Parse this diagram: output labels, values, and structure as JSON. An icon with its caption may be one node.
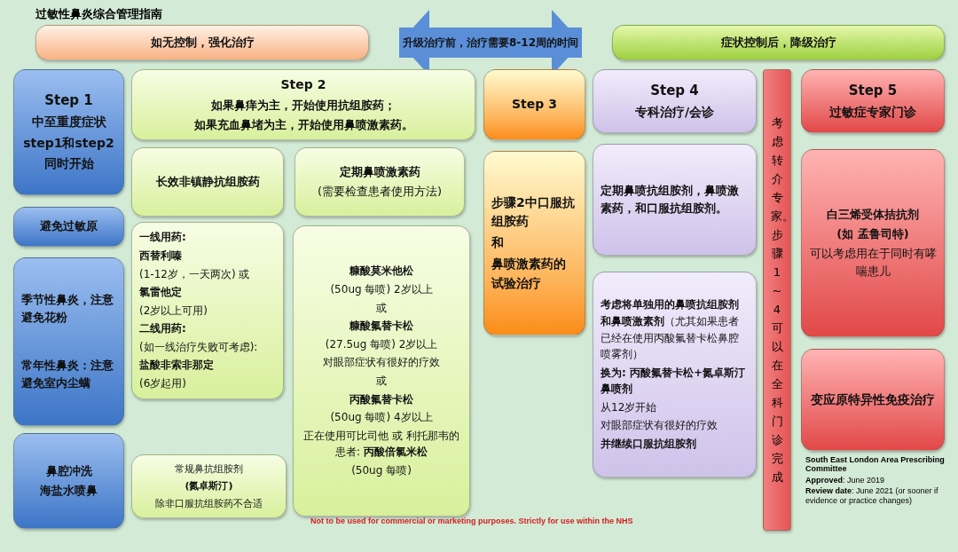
{
  "diagram": {
    "title": "过敏性鼻炎综合管理指南",
    "nodes": [
      {
        "text": [
          "如无控制，强化治疗"
        ]
      },
      {
        "text": [
          "症状控制后，降级治疗"
        ]
      },
      {
        "text": [
          "Step 1",
          "中至重度症状",
          "step1和step2",
          "同时开始"
        ]
      },
      {
        "text": [
          "避免过敏原"
        ]
      },
      {
        "text": [
          "季节性鼻炎，注意避免花粉",
          "常年性鼻炎：注意避免室内尘螨"
        ]
      },
      {
        "text": [
          "鼻腔冲洗",
          "海盐水喷鼻"
        ]
      },
      {
        "text": [
          "Step 2",
          "如果鼻痒为主，开始使用抗组胺药；",
          "如果充血鼻堵为主，开始使用鼻喷激素药。"
        ]
      },
      {
        "text": [
          "长效非镇静抗组胺药"
        ]
      },
      {
        "text": [
          "定期鼻喷激素药",
          "(需要检查患者使用方法)"
        ]
      },
      {
        "text": [
          "一线用药:",
          "西替利嗪",
          "(1-12岁，一天两次) 或",
          "氯雷他定",
          "(2岁以上可用)",
          "二线用药:",
          "(如一线治疗失败可考虑):",
          "盐酸非索非那定",
          "(6岁起用)"
        ]
      },
      {
        "text": [
          "常规鼻抗组胺剂",
          "(氮卓斯汀)",
          "除非口服抗组胺药不合适"
        ]
      },
      {
        "text": [
          "糠酸莫米他松",
          "(50ug 每喷) 2岁以上",
          "或",
          "糠酸氟替卡松",
          "(27.5ug 每喷) 2岁以上",
          "对眼部症状有很好的疗效",
          "或",
          "丙酸氟替卡松",
          "(50ug 每喷) 4岁以上",
          "正在使用可比司他 或 利托那韦的患者: **丙酸倍氯米松**",
          "(50ug 每喷)"
        ]
      },
      {
        "text": [
          "Step 3"
        ]
      },
      {
        "text": [
          "步骤2中口服抗组胺药",
          "和",
          "鼻喷激素药的试验治疗"
        ]
      },
      {
        "text": [
          "Step 4",
          "专科治疗/会诊"
        ]
      },
      {
        "text": [
          "定期鼻喷抗组胺剂，鼻喷激素药，和口服抗组胺剂。"
        ]
      },
      {
        "text": [
          "**考虑将单独用的鼻喷抗组胺剂和鼻喷激素剂**（尤其如果患者已经在使用丙酸氟替卡松鼻腔喷雾剂）",
          "换为: 丙酸氟替卡松+氮卓斯汀鼻喷剂",
          "从12岁开始",
          "对眼部症状有很好的疗效",
          "并继续口服抗组胺剂"
        ]
      },
      {
        "text": [
          "考虑转介专家。步骤1~4可以在全科门诊完成"
        ]
      },
      {
        "text": [
          "Step 5",
          "过敏症专家门诊"
        ]
      },
      {
        "text": [
          "白三烯受体拮抗剂",
          "(如 孟鲁司特)",
          "可以考虑用在于同时有哮喘患儿"
        ]
      },
      {
        "text": [
          "变应原特异性免疫治疗"
        ]
      }
    ],
    "edges": [
      {
        "from": 0,
        "to": 1,
        "arrow": "both",
        "label": "升级治疗前，治疗需要8-12周的时间"
      }
    ],
    "labels": [
      "Not to be used for commercial or marketing purposes. Strictly for use within the NHS",
      "South East London Area Prescribing Committee",
      "**Approved**: June 2019",
      "**Review date**: June 2021 (or sooner if evidence or practice changes)"
    ]
  }
}
